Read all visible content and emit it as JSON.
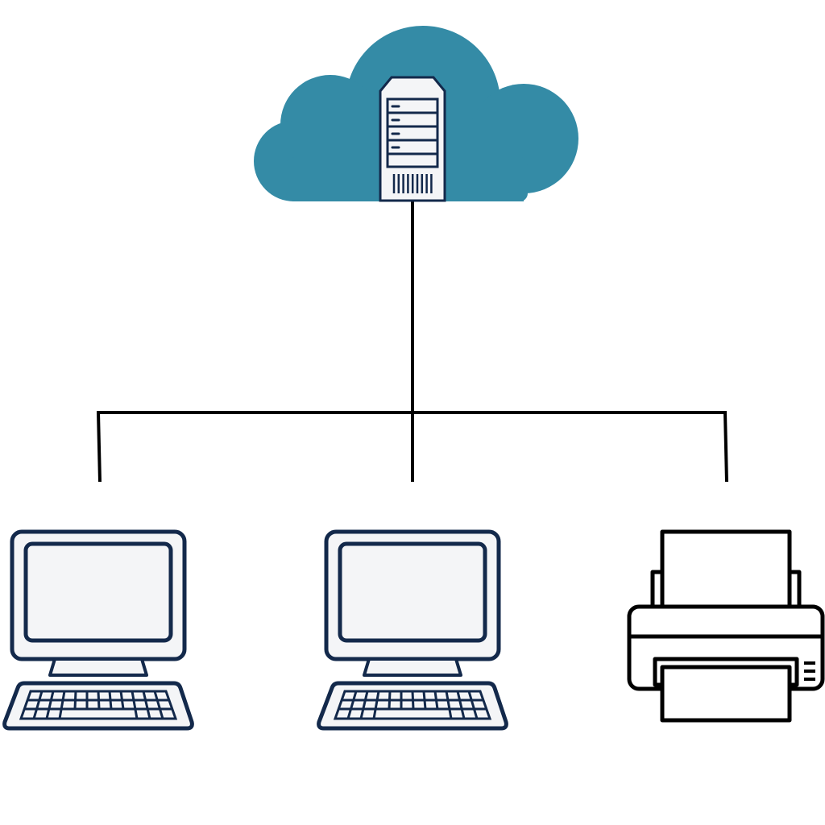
{
  "diagram": {
    "type": "network-topology",
    "colors": {
      "background": "#ffffff",
      "cloud": "#348ba6",
      "outline": "#13294b",
      "panel": "#f4f5f7",
      "line": "#000000",
      "printer_fill": "#ffffff"
    },
    "nodes": [
      {
        "id": "cloud-server",
        "icon": "cloud-server-icon"
      },
      {
        "id": "computer-1",
        "icon": "desktop-computer-icon"
      },
      {
        "id": "computer-2",
        "icon": "desktop-computer-icon"
      },
      {
        "id": "printer",
        "icon": "printer-icon"
      }
    ],
    "edges": [
      {
        "from": "cloud-server",
        "to": "computer-1"
      },
      {
        "from": "cloud-server",
        "to": "computer-2"
      },
      {
        "from": "cloud-server",
        "to": "printer"
      }
    ]
  }
}
